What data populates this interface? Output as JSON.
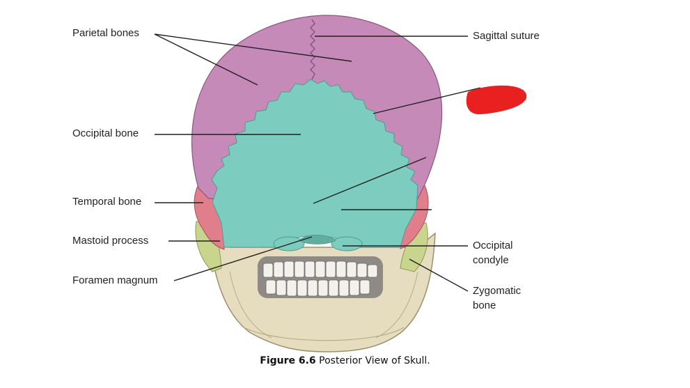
{
  "figure": {
    "caption_bold": "Figure 6.6",
    "caption_rest": " Posterior View of Skull."
  },
  "labels": {
    "parietal_bones": "Parietal bones",
    "occipital_bone": "Occipital bone",
    "temporal_bone": "Temporal bone",
    "mastoid_process": "Mastoid process",
    "foramen_magnum": "Foramen magnum",
    "sagittal_suture": "Sagittal suture",
    "occipital_condyle_line1": "Occipital",
    "occipital_condyle_line2": "condyle",
    "zygomatic_bone_line1": "Zygomatic",
    "zygomatic_bone_line2": "bone"
  },
  "colors": {
    "parietal": "#c58ab8",
    "occipital": "#7ccdbf",
    "temporal": "#e07e8c",
    "zygomatic": "#c9d58c",
    "bone": "#e6dcbf",
    "redaction": "#e8201f"
  }
}
